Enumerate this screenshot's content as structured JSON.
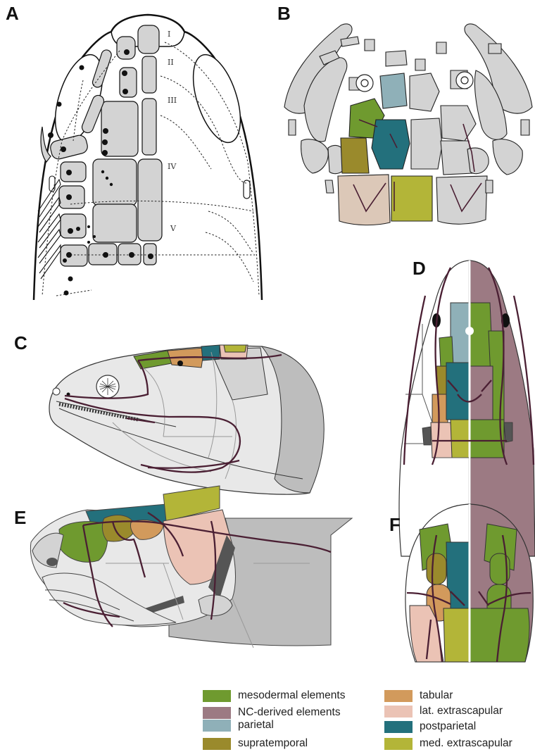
{
  "panels": {
    "a": "A",
    "b": "B",
    "c": "C",
    "d": "D",
    "e": "E",
    "f": "F"
  },
  "panel_a_rows": {
    "r1": "I",
    "r2": "II",
    "r3": "III",
    "r4": "IV",
    "r5": "V"
  },
  "colors": {
    "mesodermal": "#6f9a2f",
    "nc_derived": "#9c7a83",
    "parietal": "#8fb0b8",
    "supratemporal": "#9a8a2c",
    "tabular": "#d29a5c",
    "lat_extrascapular": "#ebc3b5",
    "postparietal": "#23707c",
    "med_extrascapular": "#b3b538",
    "bone_grey": "#d3d3d3",
    "bone_light": "#e8e8e8",
    "bone_dark": "#bdbdbd",
    "canal": "#4a1f33"
  },
  "legend": {
    "col1": [
      {
        "label": "mesodermal elements",
        "color": "#6f9a2f"
      },
      {
        "label": "NC-derived elements",
        "color": "#9c7a83"
      },
      {
        "label": "parietal",
        "color": "#8fb0b8"
      },
      {
        "label": "supratemporal",
        "color": "#9a8a2c"
      }
    ],
    "col2": [
      {
        "label": "tabular",
        "color": "#d29a5c"
      },
      {
        "label": "lat. extrascapular",
        "color": "#ebc3b5"
      },
      {
        "label": "postparietal",
        "color": "#23707c"
      },
      {
        "label": "med. extrascapular",
        "color": "#b3b538"
      }
    ]
  }
}
